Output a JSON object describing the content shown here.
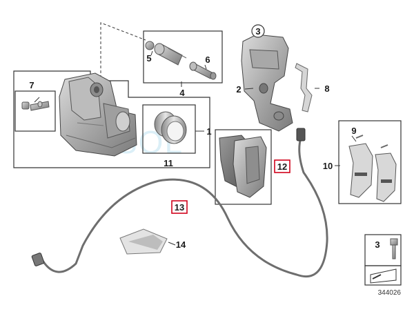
{
  "diagram": {
    "parts": {
      "p1": "1",
      "p2": "2",
      "p3": "3",
      "p4": "4",
      "p5": "5",
      "p6": "6",
      "p7": "7",
      "p8": "8",
      "p9": "9",
      "p10": "10",
      "p11": "11",
      "p12": "12",
      "p13": "13",
      "p14": "14",
      "legend_3": "3"
    },
    "highlighted_parts": [
      "12",
      "13"
    ],
    "highlight_color": "#d0021b",
    "watermark": "SOL",
    "catalog_code": "344026"
  }
}
